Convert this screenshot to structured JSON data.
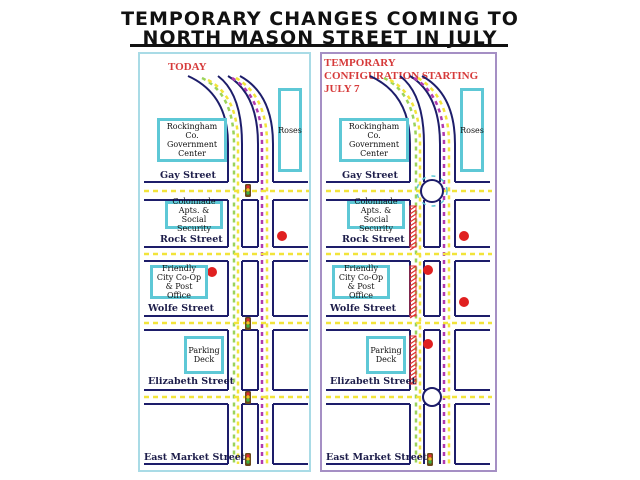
{
  "title": {
    "line1": "TEMPORARY CHANGES COMING TO",
    "line2": "NORTH MASON STREET IN JULY"
  },
  "panels": [
    {
      "heading": "TODAY",
      "mode": "today"
    },
    {
      "heading": "TEMPORARY CONFIGURATION STARTING JULY 7",
      "mode": "temporary"
    }
  ],
  "buildings": {
    "government": "Rockingham Co. Government Center",
    "roses": "Roses",
    "colonnade": "Colonnade Apts. & Social Security",
    "friendly": "Friendly City Co-Op & Post Office",
    "parking": "Parking Deck"
  },
  "streets": {
    "gay": "Gay Street",
    "rock": "Rock Street",
    "wolfe": "Wolfe Street",
    "elizabeth": "Elizabeth Street",
    "market": "East Market Street"
  },
  "colors": {
    "road": "#1d1d6a",
    "green": "#9bd35a",
    "yellow": "#f2e43a",
    "magenta": "#b03ab0",
    "stop": "#e02020",
    "cyan": "#5ec8d6",
    "hatch": "#e03030"
  }
}
